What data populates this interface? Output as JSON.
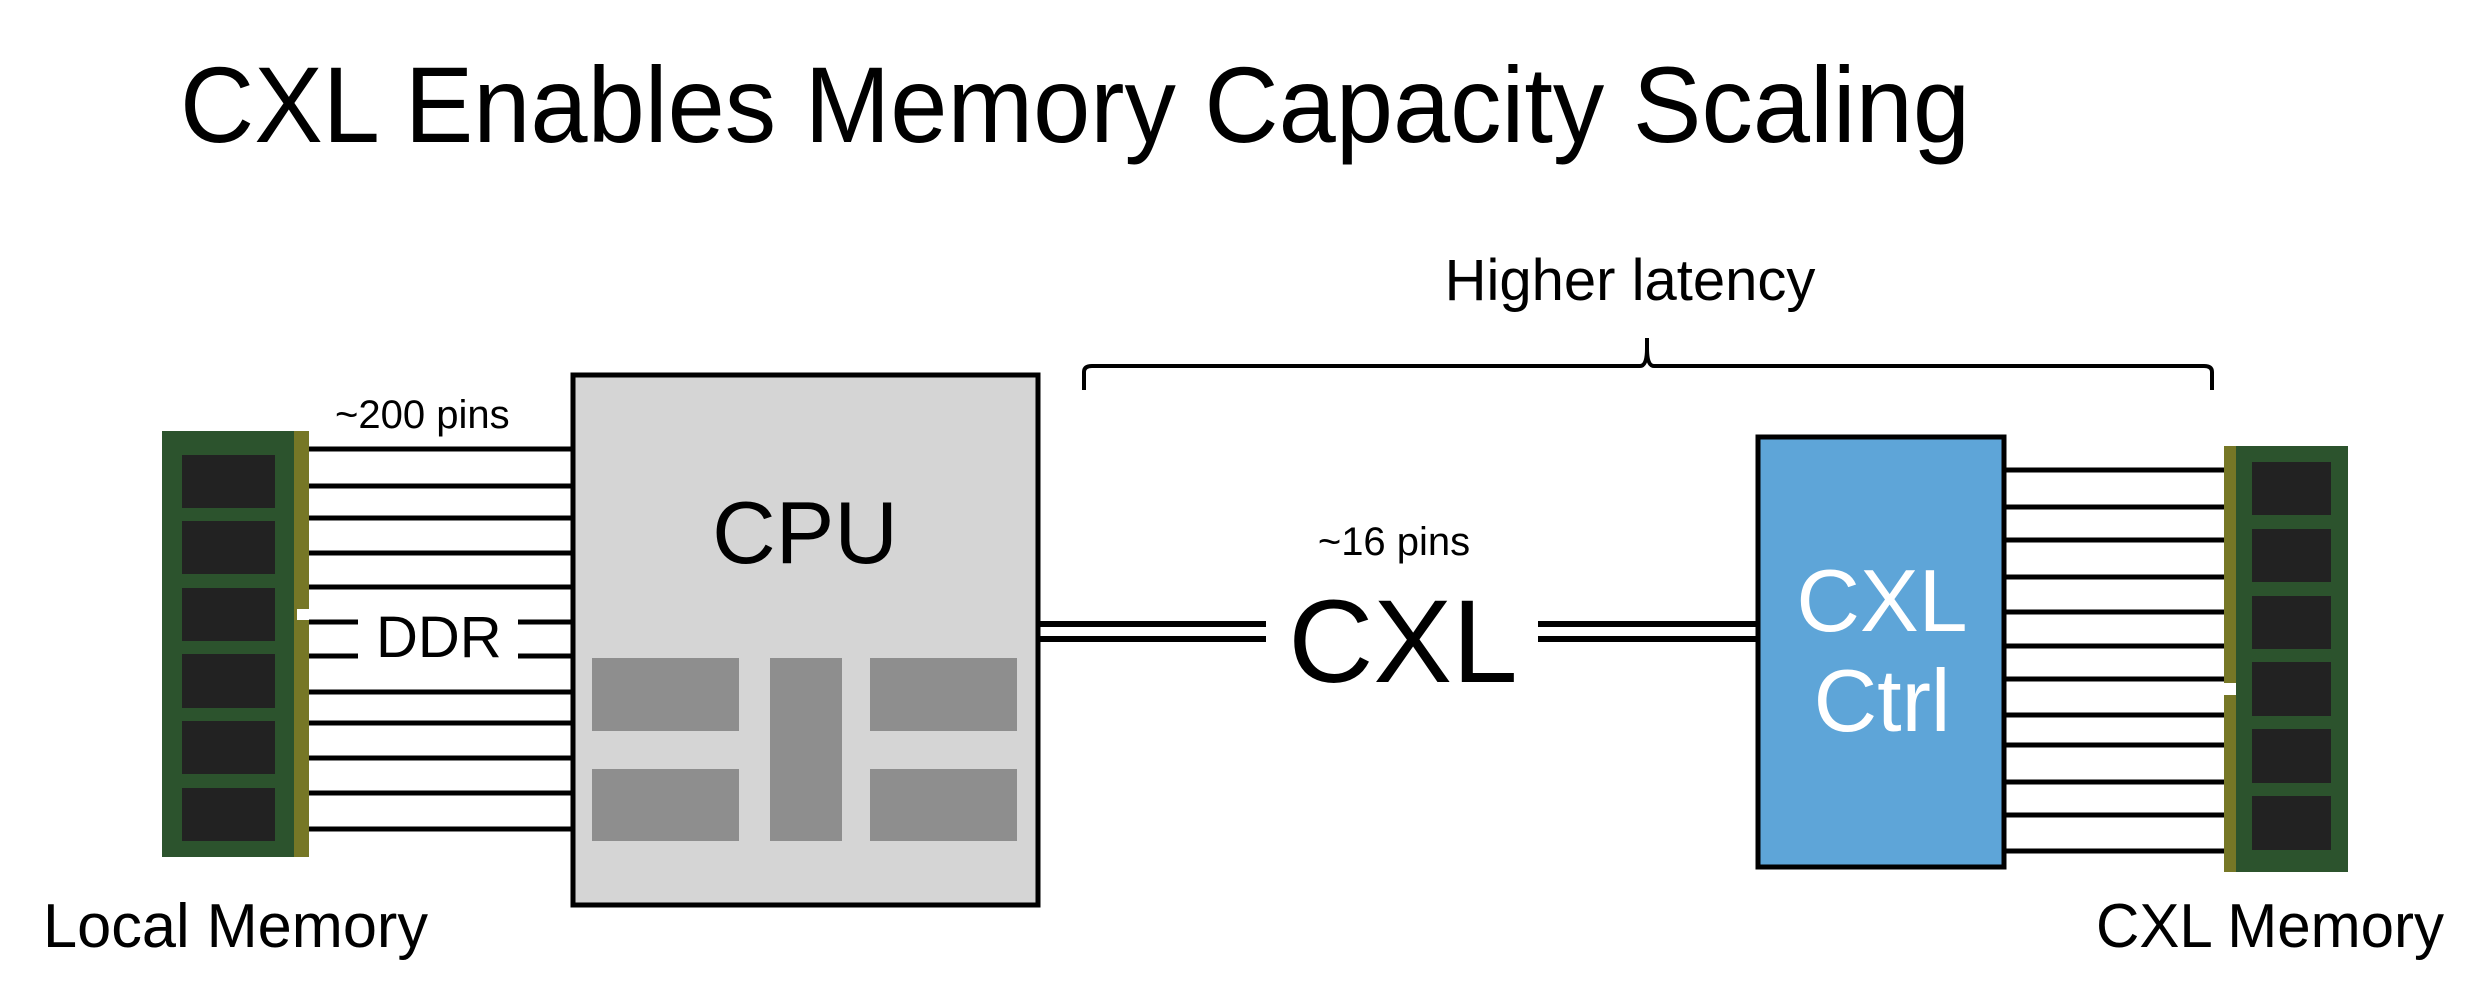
{
  "slide": {
    "title": "CXL Enables Memory Capacity Scaling"
  },
  "local_memory": {
    "label": "Local Memory",
    "pins_label": "~200 pins",
    "bus_label": "DDR",
    "wire_count": 12,
    "chip_count": 6
  },
  "cpu": {
    "label": "CPU",
    "block_count": 5
  },
  "cxl_link": {
    "label": "CXL",
    "pins_label": "~16 pins",
    "latency_label": "Higher latency"
  },
  "cxl_controller": {
    "line1": "CXL",
    "line2": "Ctrl"
  },
  "cxl_memory": {
    "label": "CXL Memory",
    "wire_count": 12,
    "chip_count": 6
  },
  "colors": {
    "dimm_board": "#2c532d",
    "dimm_chip": "#222222",
    "dimm_contacts": "#767726",
    "cpu_fill": "#d5d5d5",
    "cpu_block": "#8e8e8e",
    "ctrl_fill": "#5ea5d8",
    "ctrl_text": "#ffffff"
  }
}
